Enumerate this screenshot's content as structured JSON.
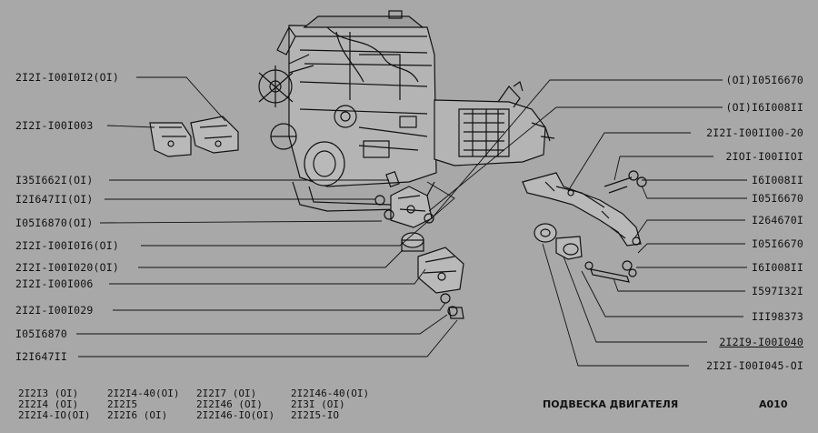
{
  "title": "ПОДВЕСКА ДВИГАТЕЛЯ",
  "code": "A010",
  "callouts_left": [
    "2I2I-I00I0I2(OI)",
    "2I2I-I00I003",
    "I35I662I(OI)",
    "I2I647II(OI)",
    "I05I6870(OI)",
    "2I2I-I00I0I6(OI)",
    "2I2I-I00I020(OI)",
    "2I2I-I00I006",
    "2I2I-I00I029",
    "I05I6870",
    "I2I647II"
  ],
  "callouts_right": [
    "(OI)I05I6670",
    "(OI)I6I008II",
    "2I2I-I00II00-20",
    "2IOI-I00IIOI",
    "I6I008II",
    "I05I6670",
    "I264670I",
    "I05I6670",
    "I6I008II",
    "I597I32I",
    "III98373",
    "2I2I9-I00I040",
    "2I2I-I00I045-OI"
  ],
  "legend": {
    "col1": [
      "2I2I3   (OI)",
      "2I2I4   (OI)",
      "2I2I4-IO(OI)"
    ],
    "col2": [
      "2I2I4-40(OI)",
      "2I2I5",
      "2I2I6    (OI)"
    ],
    "col3": [
      "2I2I7    (OI)",
      "2I2I46   (OI)",
      "2I2I46-IO(OI)"
    ],
    "col4": [
      "2I2I46-40(OI)",
      "2I3I     (OI)",
      "2I2I5-IO"
    ]
  }
}
